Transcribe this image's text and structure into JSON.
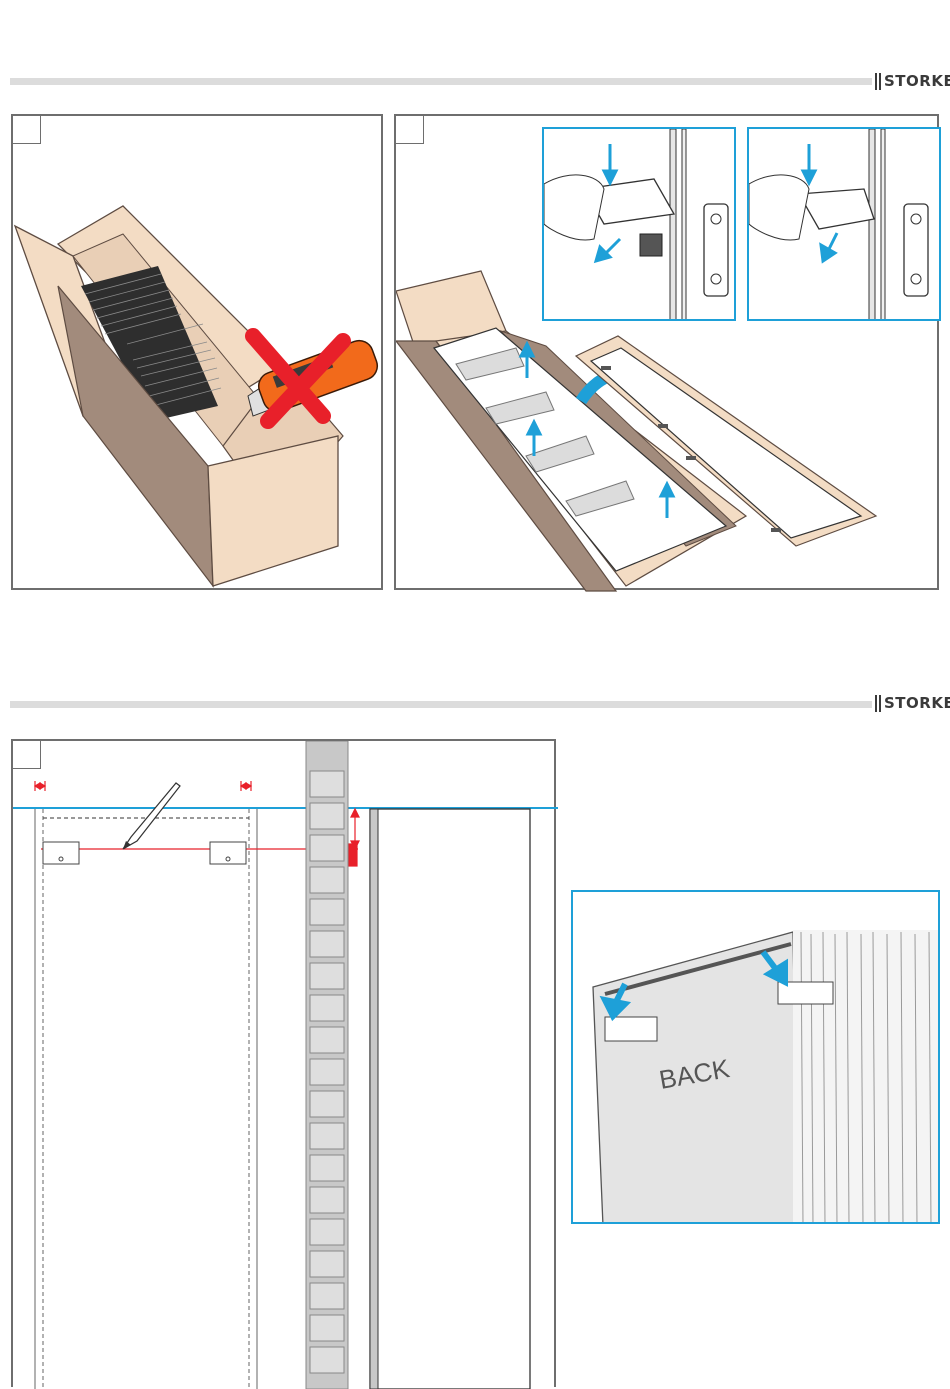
{
  "brand": {
    "name": "STORKE"
  },
  "sections": [
    {
      "brand_label": "STORKE"
    },
    {
      "brand_label": "STORKE"
    }
  ],
  "step3_inset": {
    "label": "BACK"
  },
  "colors": {
    "accent_blue": "#1ea0d8",
    "cardboard": "#f3dcc4",
    "cardboard_dark": "#a28b7c",
    "cutter_orange": "#f26a1b",
    "cross_red": "#e8202a",
    "measure_red": "#e8202a"
  }
}
